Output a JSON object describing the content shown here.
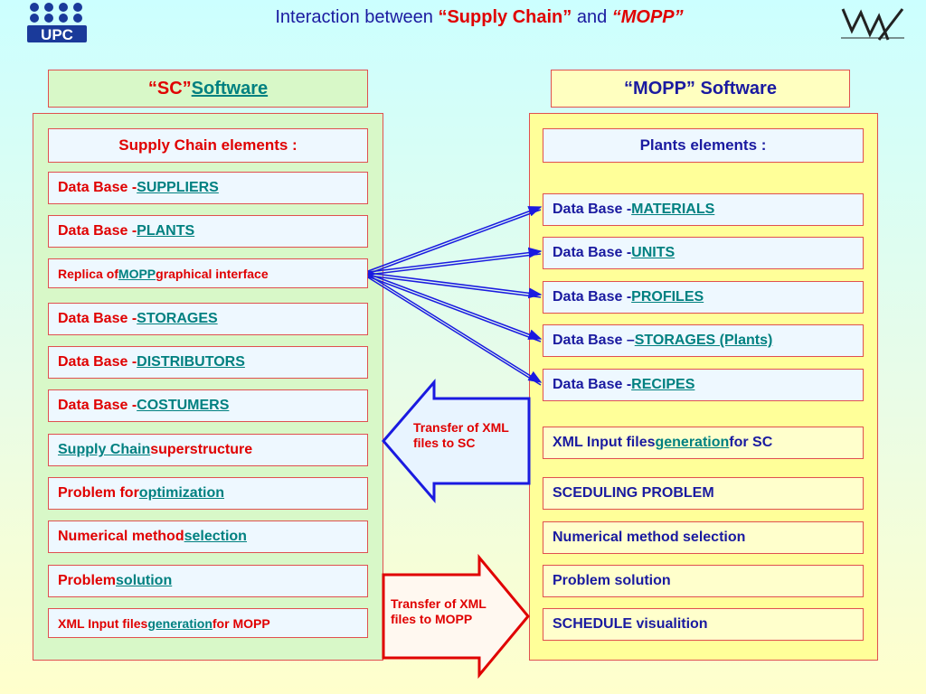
{
  "logos": {
    "left": "UPC",
    "right": "wx-logo"
  },
  "title": {
    "prefix": "Interaction between ",
    "sc": "“Supply Chain”",
    "and": " and ",
    "mopp": "“MOPP”"
  },
  "sc_header": {
    "quote": "“SC” ",
    "link": "Software"
  },
  "mopp_header": {
    "label": "“MOPP” Software"
  },
  "sc_items": [
    {
      "title": "Supply Chain elements :"
    },
    {
      "prefix": "Data Base - ",
      "link": "SUPPLIERS"
    },
    {
      "prefix": "Data Base - ",
      "link": " PLANTS"
    },
    {
      "prefix": "Replica of ",
      "link": "MOPP",
      "suffix": " graphical interface"
    },
    {
      "prefix": "Data Base - ",
      "link": "STORAGES"
    },
    {
      "prefix": "Data Base - ",
      "link": "DISTRIBUTORS"
    },
    {
      "prefix": "Data Base - ",
      "link": "COSTUMERS"
    },
    {
      "link": "Supply Chain",
      "suffix": " superstructure"
    },
    {
      "prefix": "Problem for ",
      "link": "optimization"
    },
    {
      "prefix": "Numerical method ",
      "link": "selection"
    },
    {
      "prefix": "Problem ",
      "link": "solution"
    },
    {
      "prefix": "XML Input files ",
      "link": "generation",
      "suffix": " for MOPP"
    }
  ],
  "mopp_items": [
    {
      "title": "Plants elements :"
    },
    {
      "prefix": "Data Base - ",
      "link": "MATERIALS"
    },
    {
      "prefix": "Data Base - ",
      "link": "UNITS"
    },
    {
      "prefix": "Data Base - ",
      "link": "PROFILES"
    },
    {
      "prefix": "Data Base – ",
      "link": "STORAGES (Plants)"
    },
    {
      "prefix": "Data Base - ",
      "link": " RECIPES"
    },
    {
      "prefix": "XML Input files ",
      "link": "generation",
      "suffix": " for SC"
    },
    {
      "label": "SCEDULING PROBLEM"
    },
    {
      "label": "Numerical method selection"
    },
    {
      "label": "Problem solution"
    },
    {
      "label": "SCHEDULE visualition"
    }
  ],
  "transfer_to_sc": {
    "line1": "Transfer of  XML",
    "line2": "files to SC"
  },
  "transfer_to_mopp": {
    "line1": "Transfer of  XML",
    "line2": "files to MOPP"
  },
  "colors": {
    "red": "#e00000",
    "navy": "#1a1aa0",
    "teal": "#008080",
    "arrow_blue": "#1a1ae0"
  }
}
